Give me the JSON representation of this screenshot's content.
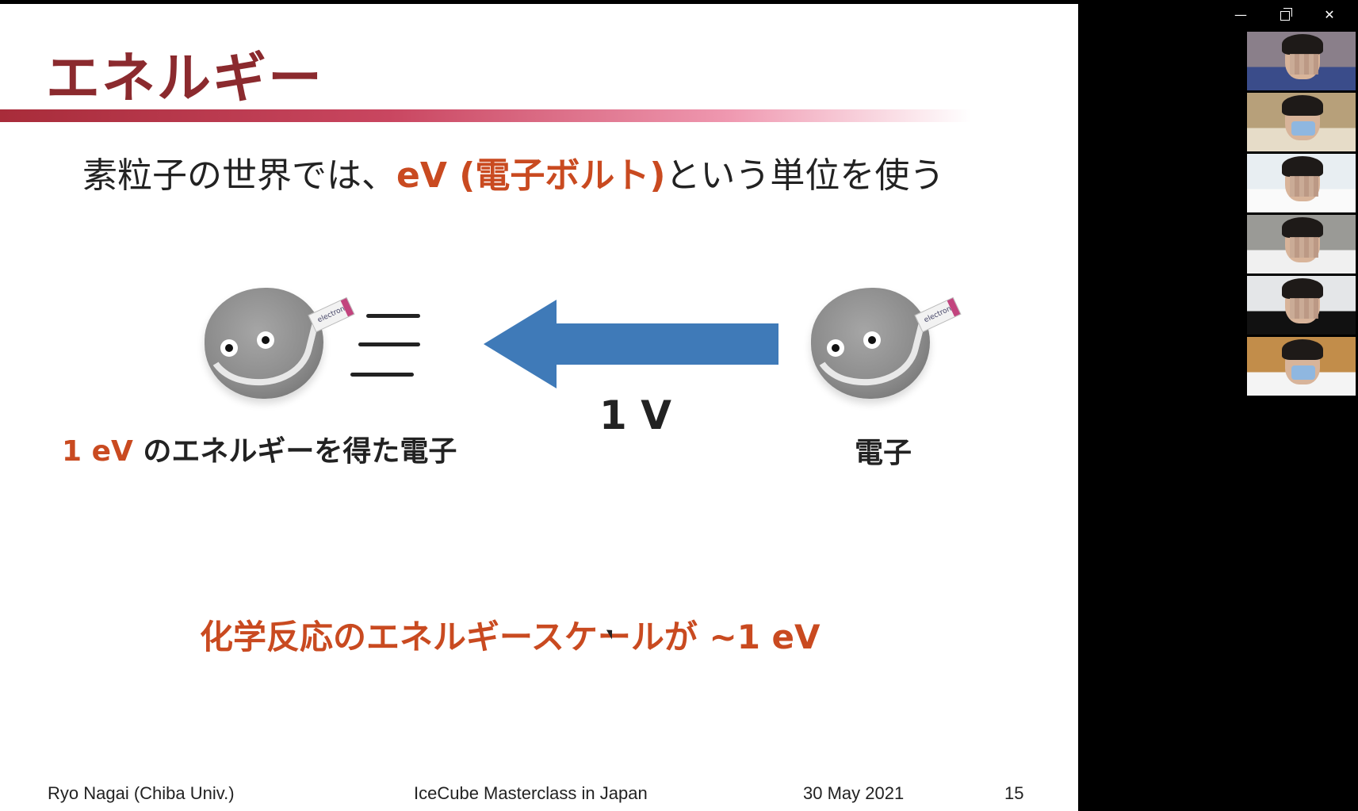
{
  "window": {
    "controls": {
      "minimize": "—",
      "close": "✕"
    }
  },
  "slide": {
    "title": "エネルギー",
    "subtitle": {
      "before": "素粒子の世界では、",
      "highlight": "eV (電子ボルト)",
      "after": "という単位を使う"
    },
    "electron_tag_text": "electron",
    "moving_label": {
      "highlight": "1 eV",
      "rest": " のエネルギーを得た電子"
    },
    "voltage_label": "1 V",
    "rest_label": "電子",
    "chem_note": "化学反応のエネルギースケールが ~1 eV",
    "footer": {
      "author": "Ryo Nagai (Chiba Univ.)",
      "event": "IceCube Masterclass in Japan",
      "date": "30 May 2021",
      "page": "15"
    }
  },
  "colors": {
    "title": "#8b2a2e",
    "accent": "#c94a20",
    "arrow": "#3f7ab8",
    "underline_start": "#a82c3a",
    "underline_end": "#ef98b0"
  },
  "participants": [
    {
      "shirt": "#3a4c8a",
      "bg": "#8a7f8a",
      "mask": false
    },
    {
      "shirt": "#e6dcc8",
      "bg": "#b7a07a",
      "mask": true
    },
    {
      "shirt": "#fafafa",
      "bg": "#e8eef2",
      "mask": false
    },
    {
      "shirt": "#f0f0f0",
      "bg": "#9a9a96",
      "mask": false
    },
    {
      "shirt": "#111111",
      "bg": "#e4e6e8",
      "mask": false
    },
    {
      "shirt": "#f4f4f4",
      "bg": "#c28d4a",
      "mask": true
    }
  ]
}
